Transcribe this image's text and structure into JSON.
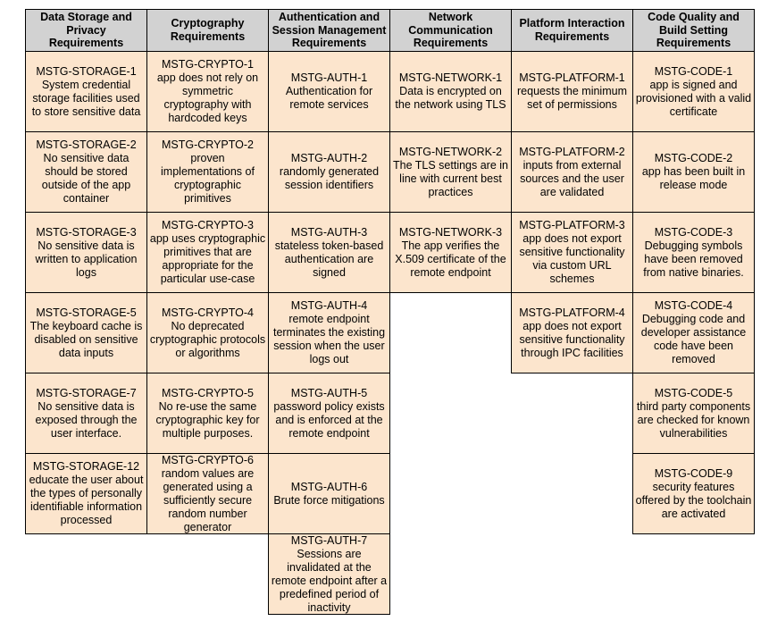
{
  "diagram_title": "MSTG requirements overview table",
  "colors": {
    "header_bg": "#d2d2d2",
    "cell_bg": "#fce5cd",
    "border": "#000000",
    "page_bg": "#ffffff"
  },
  "table": {
    "columns": [
      {
        "header": "Data Storage and Privacy Requirements",
        "cells": [
          {
            "id": "MSTG-STORAGE-1",
            "desc": "System credential storage facilities used to store sensitive data"
          },
          {
            "id": "MSTG-STORAGE-2",
            "desc": "No sensitive data should be stored outside of the app container"
          },
          {
            "id": "MSTG-STORAGE-3",
            "desc": "No sensitive data is written to application logs"
          },
          {
            "id": "MSTG-STORAGE-5",
            "desc": "The keyboard cache is disabled on sensitive data inputs"
          },
          {
            "id": "MSTG-STORAGE-7",
            "desc": "No sensitive data is exposed through the user interface."
          },
          {
            "id": "MSTG-STORAGE-12",
            "desc": "educate the user about the types of personally identifiable information processed"
          }
        ]
      },
      {
        "header": "Cryptography Requirements",
        "cells": [
          {
            "id": "MSTG-CRYPTO-1",
            "desc": "app does not rely on symmetric cryptography with hardcoded keys"
          },
          {
            "id": "MSTG-CRYPTO-2",
            "desc": "proven implementations of cryptographic primitives"
          },
          {
            "id": "MSTG-CRYPTO-3",
            "desc": "app uses cryptographic primitives that are appropriate for the particular use-case"
          },
          {
            "id": "MSTG-CRYPTO-4",
            "desc": "No deprecated cryptographic protocols or algorithms"
          },
          {
            "id": "MSTG-CRYPTO-5",
            "desc": "No re-use the same cryptographic key for multiple purposes."
          },
          {
            "id": "MSTG-CRYPTO-6",
            "desc": "random values are generated using a sufficiently secure random number generator"
          }
        ]
      },
      {
        "header": "Authentication and Session Management Requirements",
        "cells": [
          {
            "id": "MSTG-AUTH-1",
            "desc": "Authentication for remote services"
          },
          {
            "id": "MSTG-AUTH-2",
            "desc": "randomly generated session identifiers"
          },
          {
            "id": "MSTG-AUTH-3",
            "desc": "stateless token-based authentication are signed"
          },
          {
            "id": "MSTG-AUTH-4",
            "desc": "remote endpoint terminates the existing session when the user logs out"
          },
          {
            "id": "MSTG-AUTH-5",
            "desc": "password policy exists and is enforced at the remote endpoint"
          },
          {
            "id": "MSTG-AUTH-6",
            "desc": "Brute force mitigations"
          },
          {
            "id": "MSTG-AUTH-7",
            "desc": "Sessions are invalidated at the remote endpoint after a predefined period of inactivity"
          }
        ]
      },
      {
        "header": "Network Communication Requirements",
        "cells": [
          {
            "id": "MSTG-NETWORK-1",
            "desc": "Data is encrypted on the network using TLS"
          },
          {
            "id": "MSTG-NETWORK-2",
            "desc": "The TLS settings are in line with current best practices"
          },
          {
            "id": "MSTG-NETWORK-3",
            "desc": "The app verifies the X.509 certificate of the remote endpoint"
          }
        ]
      },
      {
        "header": "Platform Interaction Requirements",
        "cells": [
          {
            "id": "MSTG-PLATFORM-1",
            "desc": "requests the minimum set of permissions"
          },
          {
            "id": "MSTG-PLATFORM-2",
            "desc": "inputs from external sources and the user are validated"
          },
          {
            "id": "MSTG-PLATFORM-3",
            "desc": "app does not export sensitive functionality via custom URL schemes"
          },
          {
            "id": "MSTG-PLATFORM-4",
            "desc": "app does not export sensitive functionality through IPC facilities"
          }
        ]
      },
      {
        "header": "Code Quality and Build Setting Requirements",
        "cells": [
          {
            "id": "MSTG-CODE-1",
            "desc": "app is signed and provisioned with a valid certificate"
          },
          {
            "id": "MSTG-CODE-2",
            "desc": "app has been built in release mode"
          },
          {
            "id": "MSTG-CODE-3",
            "desc": "Debugging symbols have been removed from native binaries."
          },
          {
            "id": "MSTG-CODE-4",
            "desc": "Debugging code and developer assistance code have been removed"
          },
          {
            "id": "MSTG-CODE-5",
            "desc": "third party components are checked for known vulnerabilities"
          },
          {
            "id": "MSTG-CODE-9",
            "desc": "security features offered by the toolchain are activated"
          }
        ]
      }
    ]
  }
}
